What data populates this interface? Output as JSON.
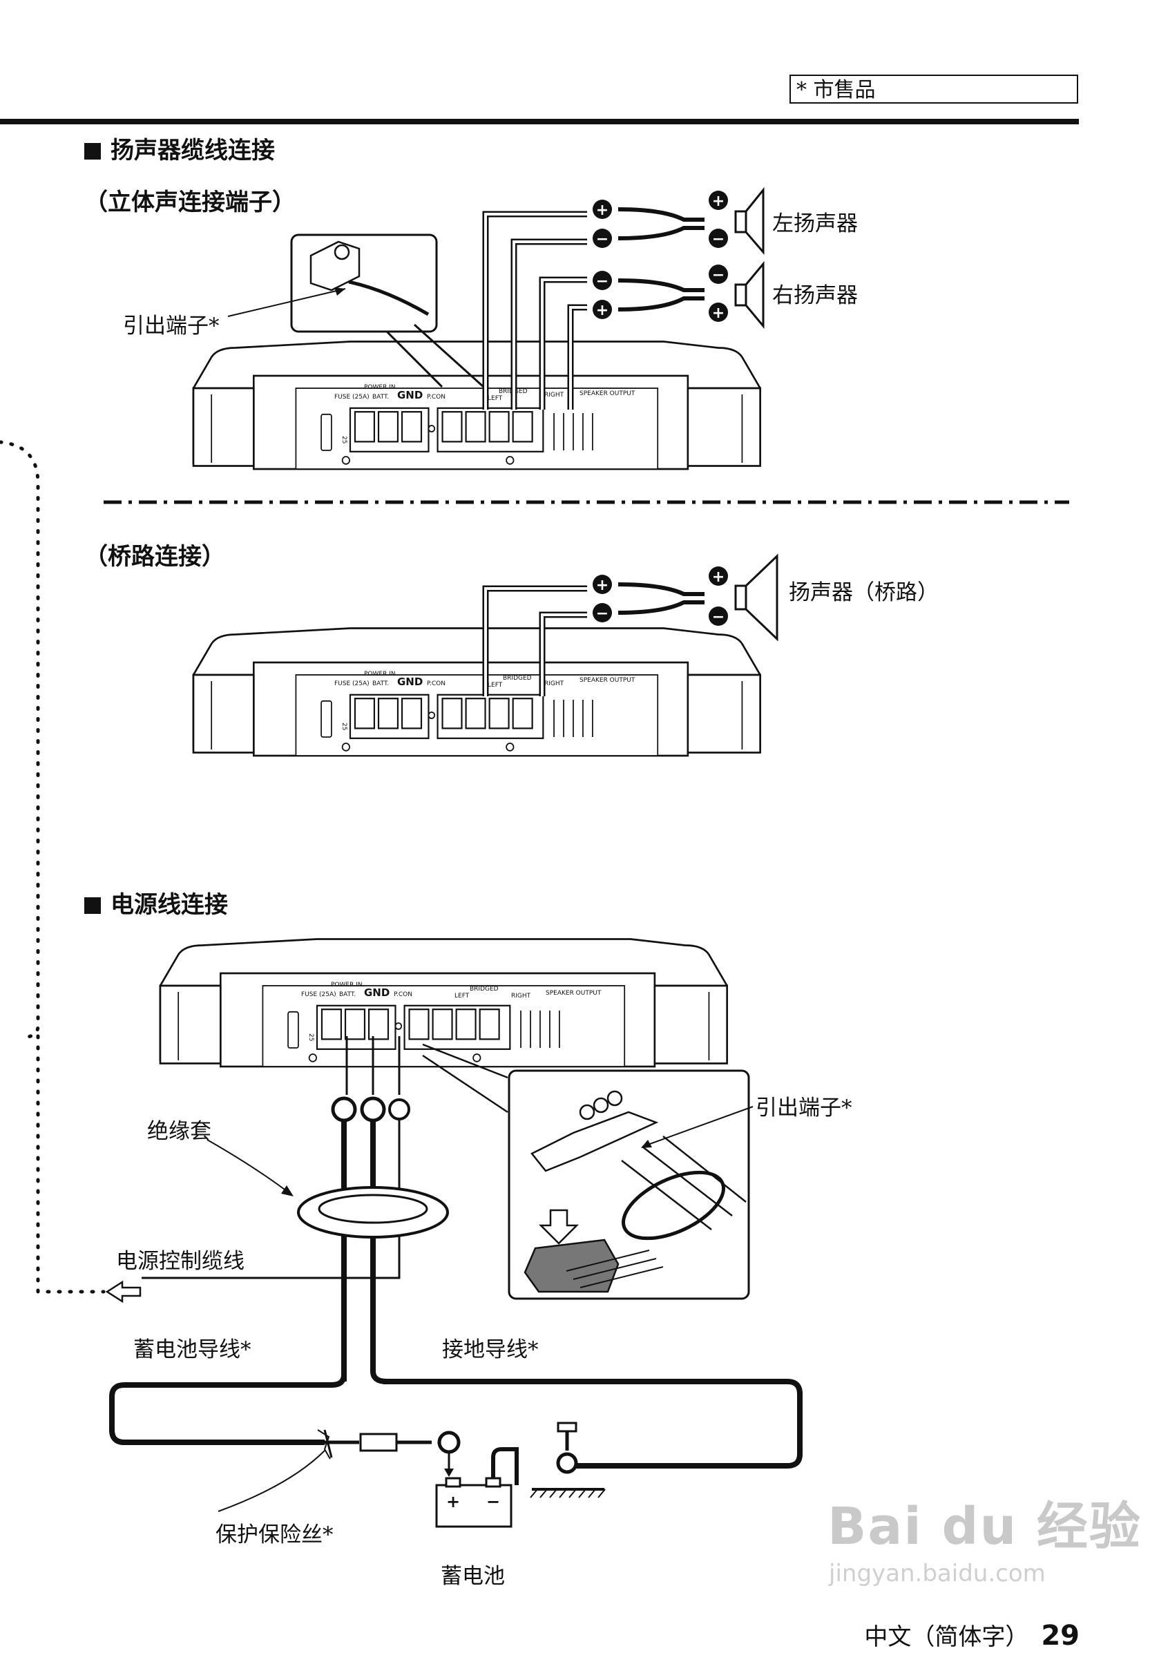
{
  "page": {
    "note": "* 市售品",
    "footer_lang": "中文（简体字）",
    "page_number": "29",
    "watermark": "Bai du 经验",
    "watermark_url": "jingyan.baidu.com"
  },
  "sections": {
    "speaker_heading": "扬声器缆线连接",
    "stereo_sub": "（立体声连接端子）",
    "bridge_sub": "（桥路连接）",
    "power_heading": "电源线连接"
  },
  "labels": {
    "left_speaker": "左扬声器",
    "right_speaker": "右扬声器",
    "bridge_speaker": "扬声器（桥路）",
    "terminal_lead_1": "引出端子*",
    "terminal_lead_2": "引出端子*",
    "insulation_sleeve": "绝缘套",
    "power_control": "电源控制缆线",
    "battery_lead": "蓄电池导线*",
    "ground_lead": "接地导线*",
    "fuse": "保护保险丝*",
    "battery": "蓄电池"
  },
  "amp_panel": {
    "power_in": "POWER IN",
    "fuse": "FUSE (25A)",
    "batt": "BATT.",
    "gnd": "GND",
    "pcon": "P.CON",
    "bridged": "BRIDGED",
    "left": "LEFT",
    "right": "RIGHT",
    "speaker_output": "SPEAKER OUTPUT",
    "fuse_value": "25"
  }
}
